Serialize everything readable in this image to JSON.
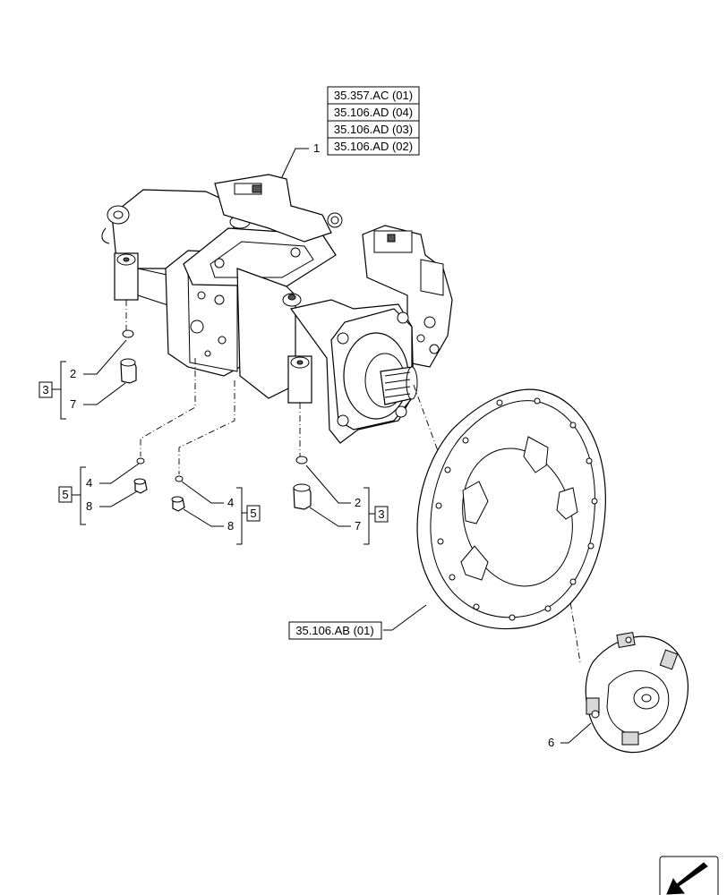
{
  "references": [
    {
      "id": "ref-1",
      "text": "35.357.AC (01)"
    },
    {
      "id": "ref-2",
      "text": "35.106.AD (04)"
    },
    {
      "id": "ref-3",
      "text": "35.106.AD (03)"
    },
    {
      "id": "ref-4",
      "text": "35.106.AD (02)"
    },
    {
      "id": "ref-5",
      "text": "35.106.AB (01)"
    }
  ],
  "callouts": {
    "main_pump": "1",
    "oring_a": "2",
    "fitting_a": "7",
    "group_a": "3",
    "oring_b": "4",
    "plug_b": "8",
    "group_b": "5",
    "oring_c": "4",
    "plug_c": "8",
    "group_c": "5",
    "oring_d": "2",
    "fitting_d": "7",
    "group_d": "3",
    "coupling": "6"
  },
  "nav": {
    "icon": "arrow-icon"
  }
}
